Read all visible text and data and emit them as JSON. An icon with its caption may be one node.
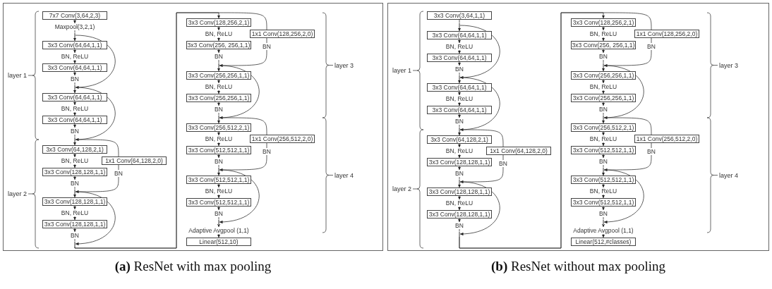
{
  "diagram": {
    "nodes": [
      {
        "text": [
          "**(a)** ResNet with max pooling"
        ]
      },
      {
        "text": [
          "7x7 Conv(3,64,2,3)"
        ],
        "in": 0
      },
      {
        "text": [
          "Maxpool(3,2,1)"
        ],
        "in": 0
      },
      {
        "text": [],
        "shape": "bar",
        "in": 0
      },
      {
        "text": [
          "3x3 Conv(64,64,1,1)"
        ],
        "in": 0
      },
      {
        "text": [
          "BN, ReLU"
        ],
        "in": 0
      },
      {
        "text": [
          "3x3 Conv(64,64,1,1)"
        ],
        "in": 0
      },
      {
        "text": [
          "BN"
        ],
        "in": 0
      },
      {
        "text": [],
        "shape": "bar",
        "in": 0
      },
      {
        "text": [
          "3x3 Conv(64,64,1,1)"
        ],
        "in": 0
      },
      {
        "text": [
          "BN, ReLU"
        ],
        "in": 0
      },
      {
        "text": [
          "3x3 Conv(64,64,1,1)"
        ],
        "in": 0
      },
      {
        "text": [
          "BN"
        ],
        "in": 0
      },
      {
        "text": [],
        "shape": "bar",
        "in": 0
      },
      {
        "text": [
          "3x3 Conv(64,128,2,1)"
        ],
        "in": 0
      },
      {
        "text": [
          "BN, ReLU"
        ],
        "in": 0
      },
      {
        "text": [
          "3x3 Conv(128,128,1,1)"
        ],
        "in": 0
      },
      {
        "text": [
          "BN"
        ],
        "in": 0
      },
      {
        "text": [
          "1x1 Conv(64,128,2,0)"
        ],
        "in": 0
      },
      {
        "text": [
          "BN"
        ],
        "in": 0
      },
      {
        "text": [],
        "shape": "bar",
        "in": 0
      },
      {
        "text": [
          "3x3 Conv(128,128,1,1)"
        ],
        "in": 0
      },
      {
        "text": [
          "BN, ReLU"
        ],
        "in": 0
      },
      {
        "text": [
          "3x3 Conv(128,128,1,1)"
        ],
        "in": 0
      },
      {
        "text": [
          "BN"
        ],
        "in": 0
      },
      {
        "text": [],
        "shape": "bar",
        "in": 0
      },
      {
        "text": [
          "3x3 Conv(128,256,2,1)"
        ],
        "in": 0
      },
      {
        "text": [
          "BN, ReLU"
        ],
        "in": 0
      },
      {
        "text": [
          "3x3 Conv(256, 256,1,1)"
        ],
        "in": 0
      },
      {
        "text": [
          "BN"
        ],
        "in": 0
      },
      {
        "text": [
          "1x1 Conv(128,256,2,0)"
        ],
        "in": 0
      },
      {
        "text": [
          "BN"
        ],
        "in": 0
      },
      {
        "text": [],
        "shape": "bar",
        "in": 0
      },
      {
        "text": [
          "3x3 Conv(256,256,1,1)"
        ],
        "in": 0
      },
      {
        "text": [
          "BN, ReLU"
        ],
        "in": 0
      },
      {
        "text": [
          "3x3 Conv(256,256,1,1)"
        ],
        "in": 0
      },
      {
        "text": [
          "BN"
        ],
        "in": 0
      },
      {
        "text": [],
        "shape": "bar",
        "in": 0
      },
      {
        "text": [
          "3x3 Conv(256,512,2,1)"
        ],
        "in": 0
      },
      {
        "text": [
          "BN, ReLU"
        ],
        "in": 0
      },
      {
        "text": [
          "3x3 Conv(512,512,1,1)"
        ],
        "in": 0
      },
      {
        "text": [
          "BN"
        ],
        "in": 0
      },
      {
        "text": [
          "1x1 Conv(256,512,2,0)"
        ],
        "in": 0
      },
      {
        "text": [
          "BN"
        ],
        "in": 0
      },
      {
        "text": [],
        "shape": "bar",
        "in": 0
      },
      {
        "text": [
          "3x3 Conv(512,512,1,1)"
        ],
        "in": 0
      },
      {
        "text": [
          "BN, ReLU"
        ],
        "in": 0
      },
      {
        "text": [
          "3x3 Conv(512,512,1,1)"
        ],
        "in": 0
      },
      {
        "text": [
          "BN"
        ],
        "in": 0
      },
      {
        "text": [],
        "shape": "bar",
        "in": 0
      },
      {
        "text": [
          "Adaptive Avgpool (1,1)"
        ],
        "in": 0
      },
      {
        "text": [
          "Linear(512,10)"
        ],
        "in": 0
      },
      {
        "text": [
          "**(b)** ResNet without max pooling"
        ]
      },
      {
        "text": [
          "3x3 Conv(3,64,1,1)"
        ],
        "in": 52
      },
      {
        "text": [],
        "shape": "bar",
        "in": 52
      },
      {
        "text": [
          "3x3 Conv(64,64,1,1)"
        ],
        "in": 52
      },
      {
        "text": [
          "BN, ReLU"
        ],
        "in": 52
      },
      {
        "text": [
          "3x3 Conv(64,64,1,1)"
        ],
        "in": 52
      },
      {
        "text": [
          "BN"
        ],
        "in": 52
      },
      {
        "text": [],
        "shape": "bar",
        "in": 52
      },
      {
        "text": [
          "3x3 Conv(64,64,1,1)"
        ],
        "in": 52
      },
      {
        "text": [
          "BN, ReLU"
        ],
        "in": 52
      },
      {
        "text": [
          "3x3 Conv(64,64,1,1)"
        ],
        "in": 52
      },
      {
        "text": [
          "BN"
        ],
        "in": 52
      },
      {
        "text": [],
        "shape": "bar",
        "in": 52
      },
      {
        "text": [
          "3x3 Conv(64,128,2,1)"
        ],
        "in": 52
      },
      {
        "text": [
          "BN, ReLU"
        ],
        "in": 52
      },
      {
        "text": [
          "3x3 Conv(128,128,1,1)"
        ],
        "in": 52
      },
      {
        "text": [
          "BN"
        ],
        "in": 52
      },
      {
        "text": [
          "1x1 Conv(64,128,2,0)"
        ],
        "in": 52
      },
      {
        "text": [
          "BN"
        ],
        "in": 52
      },
      {
        "text": [],
        "shape": "bar",
        "in": 52
      },
      {
        "text": [
          "3x3 Conv(128,128,1,1)"
        ],
        "in": 52
      },
      {
        "text": [
          "BN, ReLU"
        ],
        "in": 52
      },
      {
        "text": [
          "3x3 Conv(128,128,1,1)"
        ],
        "in": 52
      },
      {
        "text": [
          "BN"
        ],
        "in": 52
      },
      {
        "text": [],
        "shape": "bar",
        "in": 52
      },
      {
        "text": [
          "3x3 Conv(128,256,2,1)"
        ],
        "in": 52
      },
      {
        "text": [
          "BN, ReLU"
        ],
        "in": 52
      },
      {
        "text": [
          "3x3 Conv(256, 256,1,1)"
        ],
        "in": 52
      },
      {
        "text": [
          "BN"
        ],
        "in": 52
      },
      {
        "text": [
          "1x1 Conv(128,256,2,0)"
        ],
        "in": 52
      },
      {
        "text": [
          "BN"
        ],
        "in": 52
      },
      {
        "text": [],
        "shape": "bar",
        "in": 52
      },
      {
        "text": [
          "3x3 Conv(256,256,1,1)"
        ],
        "in": 52
      },
      {
        "text": [
          "BN, ReLU"
        ],
        "in": 52
      },
      {
        "text": [
          "3x3 Conv(256,256,1,1)"
        ],
        "in": 52
      },
      {
        "text": [
          "BN"
        ],
        "in": 52
      },
      {
        "text": [],
        "shape": "bar",
        "in": 52
      },
      {
        "text": [
          "3x3 Conv(256,512,2,1)"
        ],
        "in": 52
      },
      {
        "text": [
          "BN, ReLU"
        ],
        "in": 52
      },
      {
        "text": [
          "3x3 Conv(512,512,1,1)"
        ],
        "in": 52
      },
      {
        "text": [
          "BN"
        ],
        "in": 52
      },
      {
        "text": [
          "1x1 Conv(256,512,2,0)"
        ],
        "in": 52
      },
      {
        "text": [
          "BN"
        ],
        "in": 52
      },
      {
        "text": [],
        "shape": "bar",
        "in": 52
      },
      {
        "text": [
          "3x3 Conv(512,512,1,1)"
        ],
        "in": 52
      },
      {
        "text": [
          "BN, ReLU"
        ],
        "in": 52
      },
      {
        "text": [
          "3x3 Conv(512,512,1,1)"
        ],
        "in": 52
      },
      {
        "text": [
          "BN"
        ],
        "in": 52
      },
      {
        "text": [],
        "shape": "bar",
        "in": 52
      },
      {
        "text": [
          "Adaptive Avgpool (1,1)"
        ],
        "in": 52
      },
      {
        "text": [
          "Linear(512,#classes)"
        ],
        "in": 52
      }
    ],
    "edges": [
      {
        "from": 1,
        "to": 2,
        "arrow": "to"
      },
      {
        "from": 2,
        "to": 3,
        "arrow": "none"
      },
      {
        "from": 3,
        "to": 4,
        "arrow": "to"
      },
      {
        "from": 4,
        "to": 5,
        "arrow": "to"
      },
      {
        "from": 5,
        "to": 6,
        "arrow": "to"
      },
      {
        "from": 6,
        "to": 7,
        "arrow": "to"
      },
      {
        "from": 7,
        "to": 8,
        "arrow": "none"
      },
      {
        "from": 3,
        "to": 8,
        "arrow": "to"
      },
      {
        "from": 8,
        "to": 9,
        "arrow": "to"
      },
      {
        "from": 9,
        "to": 10,
        "arrow": "to"
      },
      {
        "from": 10,
        "to": 11,
        "arrow": "to"
      },
      {
        "from": 11,
        "to": 12,
        "arrow": "to"
      },
      {
        "from": 12,
        "to": 13,
        "arrow": "none"
      },
      {
        "from": 8,
        "to": 13,
        "arrow": "to"
      },
      {
        "from": 13,
        "to": 14,
        "arrow": "to"
      },
      {
        "from": 14,
        "to": 15,
        "arrow": "to"
      },
      {
        "from": 15,
        "to": 16,
        "arrow": "to"
      },
      {
        "from": 16,
        "to": 17,
        "arrow": "to"
      },
      {
        "from": 17,
        "to": 20,
        "arrow": "none"
      },
      {
        "from": 13,
        "to": 18,
        "arrow": "none"
      },
      {
        "from": 18,
        "to": 19,
        "arrow": "none"
      },
      {
        "from": 19,
        "to": 20,
        "arrow": "to"
      },
      {
        "from": 20,
        "to": 21,
        "arrow": "to"
      },
      {
        "from": 21,
        "to": 22,
        "arrow": "to"
      },
      {
        "from": 22,
        "to": 23,
        "arrow": "to"
      },
      {
        "from": 23,
        "to": 24,
        "arrow": "to"
      },
      {
        "from": 24,
        "to": 25,
        "arrow": "none"
      },
      {
        "from": 20,
        "to": 25,
        "arrow": "to"
      },
      {
        "from": 25,
        "to": 26,
        "arrow": "to"
      },
      {
        "from": 26,
        "to": 27,
        "arrow": "to"
      },
      {
        "from": 27,
        "to": 28,
        "arrow": "to"
      },
      {
        "from": 28,
        "to": 29,
        "arrow": "to"
      },
      {
        "from": 29,
        "to": 32,
        "arrow": "none"
      },
      {
        "from": 25,
        "to": 30,
        "arrow": "none"
      },
      {
        "from": 30,
        "to": 31,
        "arrow": "none"
      },
      {
        "from": 31,
        "to": 32,
        "arrow": "to"
      },
      {
        "from": 32,
        "to": 33,
        "arrow": "to"
      },
      {
        "from": 33,
        "to": 34,
        "arrow": "to"
      },
      {
        "from": 34,
        "to": 35,
        "arrow": "to"
      },
      {
        "from": 35,
        "to": 36,
        "arrow": "to"
      },
      {
        "from": 36,
        "to": 37,
        "arrow": "none"
      },
      {
        "from": 32,
        "to": 37,
        "arrow": "to"
      },
      {
        "from": 37,
        "to": 38,
        "arrow": "to"
      },
      {
        "from": 38,
        "to": 39,
        "arrow": "to"
      },
      {
        "from": 39,
        "to": 40,
        "arrow": "to"
      },
      {
        "from": 40,
        "to": 41,
        "arrow": "to"
      },
      {
        "from": 41,
        "to": 44,
        "arrow": "none"
      },
      {
        "from": 37,
        "to": 42,
        "arrow": "none"
      },
      {
        "from": 42,
        "to": 43,
        "arrow": "none"
      },
      {
        "from": 43,
        "to": 44,
        "arrow": "to"
      },
      {
        "from": 44,
        "to": 45,
        "arrow": "to"
      },
      {
        "from": 45,
        "to": 46,
        "arrow": "to"
      },
      {
        "from": 46,
        "to": 47,
        "arrow": "to"
      },
      {
        "from": 47,
        "to": 48,
        "arrow": "to"
      },
      {
        "from": 48,
        "to": 49,
        "arrow": "none"
      },
      {
        "from": 44,
        "to": 49,
        "arrow": "to"
      },
      {
        "from": 49,
        "to": 50,
        "arrow": "to"
      },
      {
        "from": 50,
        "to": 51,
        "arrow": "to"
      },
      {
        "from": 53,
        "to": 54,
        "arrow": "none"
      },
      {
        "from": 54,
        "to": 55,
        "arrow": "to"
      },
      {
        "from": 55,
        "to": 56,
        "arrow": "to"
      },
      {
        "from": 56,
        "to": 57,
        "arrow": "to"
      },
      {
        "from": 57,
        "to": 58,
        "arrow": "to"
      },
      {
        "from": 58,
        "to": 59,
        "arrow": "none"
      },
      {
        "from": 54,
        "to": 59,
        "arrow": "to"
      },
      {
        "from": 59,
        "to": 60,
        "arrow": "to"
      },
      {
        "from": 60,
        "to": 61,
        "arrow": "to"
      },
      {
        "from": 61,
        "to": 62,
        "arrow": "to"
      },
      {
        "from": 62,
        "to": 63,
        "arrow": "to"
      },
      {
        "from": 63,
        "to": 64,
        "arrow": "none"
      },
      {
        "from": 59,
        "to": 64,
        "arrow": "to"
      },
      {
        "from": 64,
        "to": 65,
        "arrow": "to"
      },
      {
        "from": 65,
        "to": 66,
        "arrow": "to"
      },
      {
        "from": 66,
        "to": 67,
        "arrow": "to"
      },
      {
        "from": 67,
        "to": 68,
        "arrow": "to"
      },
      {
        "from": 68,
        "to": 71,
        "arrow": "none"
      },
      {
        "from": 64,
        "to": 69,
        "arrow": "none"
      },
      {
        "from": 69,
        "to": 70,
        "arrow": "none"
      },
      {
        "from": 70,
        "to": 71,
        "arrow": "to"
      },
      {
        "from": 71,
        "to": 72,
        "arrow": "to"
      },
      {
        "from": 72,
        "to": 73,
        "arrow": "to"
      },
      {
        "from": 73,
        "to": 74,
        "arrow": "to"
      },
      {
        "from": 74,
        "to": 75,
        "arrow": "to"
      },
      {
        "from": 75,
        "to": 76,
        "arrow": "none"
      },
      {
        "from": 71,
        "to": 76,
        "arrow": "to"
      },
      {
        "from": 76,
        "to": 77,
        "arrow": "to"
      },
      {
        "from": 77,
        "to": 78,
        "arrow": "to"
      },
      {
        "from": 78,
        "to": 79,
        "arrow": "to"
      },
      {
        "from": 79,
        "to": 80,
        "arrow": "to"
      },
      {
        "from": 80,
        "to": 83,
        "arrow": "none"
      },
      {
        "from": 76,
        "to": 81,
        "arrow": "none"
      },
      {
        "from": 81,
        "to": 82,
        "arrow": "none"
      },
      {
        "from": 82,
        "to": 83,
        "arrow": "to"
      },
      {
        "from": 83,
        "to": 84,
        "arrow": "to"
      },
      {
        "from": 84,
        "to": 85,
        "arrow": "to"
      },
      {
        "from": 85,
        "to": 86,
        "arrow": "to"
      },
      {
        "from": 86,
        "to": 87,
        "arrow": "to"
      },
      {
        "from": 87,
        "to": 88,
        "arrow": "none"
      },
      {
        "from": 83,
        "to": 88,
        "arrow": "to"
      },
      {
        "from": 88,
        "to": 89,
        "arrow": "to"
      },
      {
        "from": 89,
        "to": 90,
        "arrow": "to"
      },
      {
        "from": 90,
        "to": 91,
        "arrow": "to"
      },
      {
        "from": 91,
        "to": 92,
        "arrow": "to"
      },
      {
        "from": 92,
        "to": 95,
        "arrow": "none"
      },
      {
        "from": 88,
        "to": 93,
        "arrow": "none"
      },
      {
        "from": 93,
        "to": 94,
        "arrow": "none"
      },
      {
        "from": 94,
        "to": 95,
        "arrow": "to"
      },
      {
        "from": 95,
        "to": 96,
        "arrow": "to"
      },
      {
        "from": 96,
        "to": 97,
        "arrow": "to"
      },
      {
        "from": 97,
        "to": 98,
        "arrow": "to"
      },
      {
        "from": 98,
        "to": 99,
        "arrow": "to"
      },
      {
        "from": 99,
        "to": 100,
        "arrow": "none"
      },
      {
        "from": 95,
        "to": 100,
        "arrow": "to"
      },
      {
        "from": 100,
        "to": 101,
        "arrow": "to"
      },
      {
        "from": 101,
        "to": 102,
        "arrow": "to"
      }
    ],
    "labels": [
      "layer 1",
      "layer 2",
      "layer 3",
      "layer 4",
      "layer 1",
      "layer 2",
      "layer 3",
      "layer 4"
    ]
  }
}
